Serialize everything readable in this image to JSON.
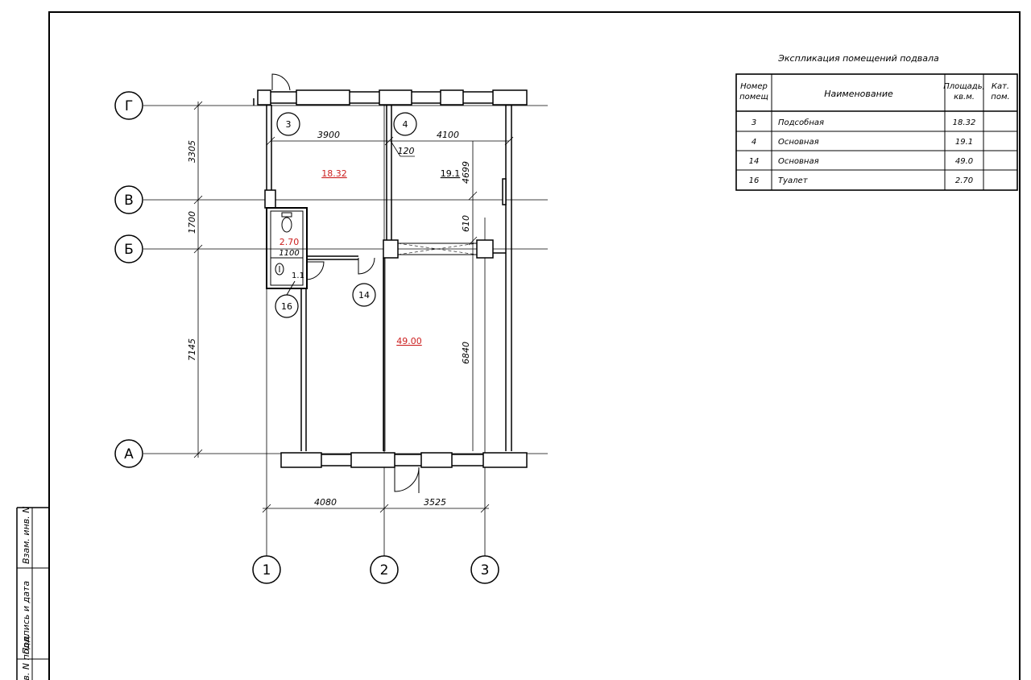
{
  "axes": {
    "rows": [
      "Г",
      "В",
      "Б",
      "А"
    ],
    "cols": [
      "1",
      "2",
      "3"
    ]
  },
  "dimensions": {
    "vertical_left": [
      "3305",
      "1700",
      "7145"
    ],
    "horizontal_top": [
      "3900",
      "4100"
    ],
    "horizontal_bottom": [
      "4080",
      "3525"
    ],
    "partition": "120",
    "vertical_right": [
      "4699",
      "610",
      "6840"
    ],
    "toilet_width": "1100",
    "toilet_sub": "1.1"
  },
  "rooms": [
    {
      "number": "3",
      "area": "18.32"
    },
    {
      "number": "4",
      "area": "19.1"
    },
    {
      "number": "14",
      "area": "49.00"
    },
    {
      "number": "16",
      "area": "2.70"
    }
  ],
  "explication": {
    "title": "Экспликация помещений подвала",
    "headers": [
      "Номер помещ",
      "Наименование",
      "Площадь, кв.м.",
      "Кат. пом."
    ],
    "rows": [
      [
        "3",
        "Подсобная",
        "18.32",
        ""
      ],
      [
        "4",
        "Основная",
        "19.1",
        ""
      ],
      [
        "14",
        "Основная",
        "49.0",
        ""
      ],
      [
        "16",
        "Туалет",
        "2.70",
        ""
      ]
    ]
  },
  "stamp": {
    "labels": [
      "Взам. инв. N",
      "Подпись и дата",
      "Инв. N подл."
    ]
  },
  "colors": {
    "line": "#000000",
    "area_label": "#cc1f1f"
  }
}
